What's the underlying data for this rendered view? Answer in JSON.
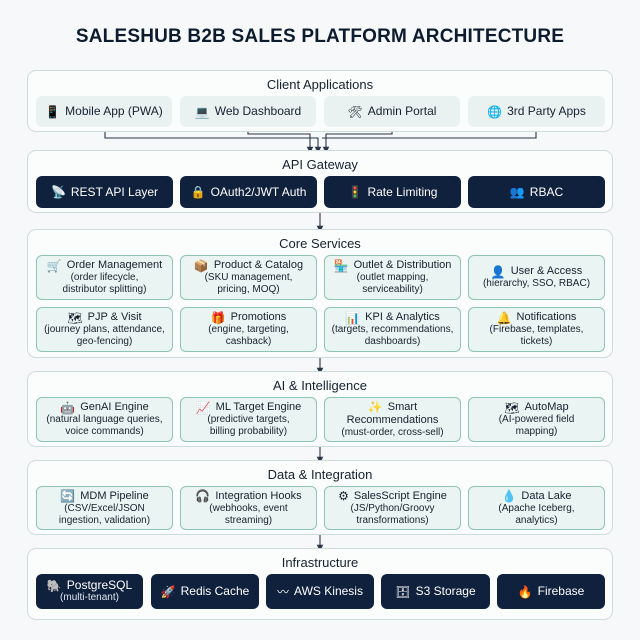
{
  "title": "SALESHUB B2B SALES PLATFORM ARCHITECTURE",
  "sections": {
    "client": {
      "title": "Client Applications",
      "items": [
        {
          "icon": "📱",
          "label": "Mobile App (PWA)"
        },
        {
          "icon": "💻",
          "label": "Web Dashboard"
        },
        {
          "icon": "🛠",
          "label": "Admin Portal"
        },
        {
          "icon": "🌐",
          "label": "3rd Party Apps"
        }
      ]
    },
    "gateway": {
      "title": "API Gateway",
      "items": [
        {
          "icon": "📡",
          "label": "REST API Layer"
        },
        {
          "icon": "🔒",
          "label": "OAuth2/JWT Auth"
        },
        {
          "icon": "🚦",
          "label": "Rate Limiting"
        },
        {
          "icon": "👥",
          "label": "RBAC"
        }
      ]
    },
    "core": {
      "title": "Core Services",
      "items": [
        {
          "icon": "🛒",
          "label": "Order Management",
          "sub1": "(order lifecycle,",
          "sub2": "distributor splitting)"
        },
        {
          "icon": "📦",
          "label": "Product & Catalog",
          "sub1": "(SKU management,",
          "sub2": "pricing, MOQ)"
        },
        {
          "icon": "🏪",
          "label": "Outlet & Distribution",
          "sub1": "(outlet mapping,",
          "sub2": "serviceability)"
        },
        {
          "icon": "👤",
          "label": "User & Access",
          "sub1": "(hierarchy, SSO, RBAC)",
          "sub2": ""
        },
        {
          "icon": "🗺",
          "label": "PJP & Visit",
          "sub1": "(journey plans, attendance,",
          "sub2": "geo-fencing)"
        },
        {
          "icon": "🎁",
          "label": "Promotions",
          "sub1": "(engine, targeting,",
          "sub2": "cashback)"
        },
        {
          "icon": "📊",
          "label": "KPI & Analytics",
          "sub1": "(targets, recommendations,",
          "sub2": "dashboards)"
        },
        {
          "icon": "🔔",
          "label": "Notifications",
          "sub1": "(Firebase, templates,",
          "sub2": "tickets)"
        }
      ]
    },
    "ai": {
      "title": "AI & Intelligence",
      "items": [
        {
          "icon": "🤖",
          "label": "GenAI Engine",
          "sub1": "(natural language queries,",
          "sub2": "voice commands)"
        },
        {
          "icon": "📈",
          "label": "ML Target Engine",
          "sub1": "(predictive targets,",
          "sub2": "billing probability)"
        },
        {
          "icon": "✨",
          "label": "Smart",
          "label2": "Recommendations",
          "sub1": "(must-order, cross-sell)"
        },
        {
          "icon": "🗺",
          "label": "AutoMap",
          "sub1": "(AI-powered field",
          "sub2": "mapping)"
        }
      ]
    },
    "data": {
      "title": "Data & Integration",
      "items": [
        {
          "icon": "🔄",
          "label": "MDM Pipeline",
          "sub1": "(CSV/Excel/JSON",
          "sub2": "ingestion, validation)"
        },
        {
          "icon": "🎧",
          "label": "Integration Hooks",
          "sub1": "(webhooks, event",
          "sub2": "streaming)"
        },
        {
          "icon": "⚙",
          "label": "SalesScript Engine",
          "sub1": "(JS/Python/Groovy",
          "sub2": "transformations)"
        },
        {
          "icon": "💧",
          "label": "Data Lake",
          "sub1": "(Apache Iceberg,",
          "sub2": "analytics)"
        }
      ]
    },
    "infra": {
      "title": "Infrastructure",
      "items": [
        {
          "icon": "🐘",
          "label": "PostgreSQL",
          "sub1": "(multi-tenant)"
        },
        {
          "icon": "🚀",
          "label": "Redis Cache"
        },
        {
          "icon": "〰",
          "label": "AWS Kinesis"
        },
        {
          "icon": "🗄",
          "label": "S3 Storage"
        },
        {
          "icon": "🔥",
          "label": "Firebase"
        }
      ]
    }
  }
}
